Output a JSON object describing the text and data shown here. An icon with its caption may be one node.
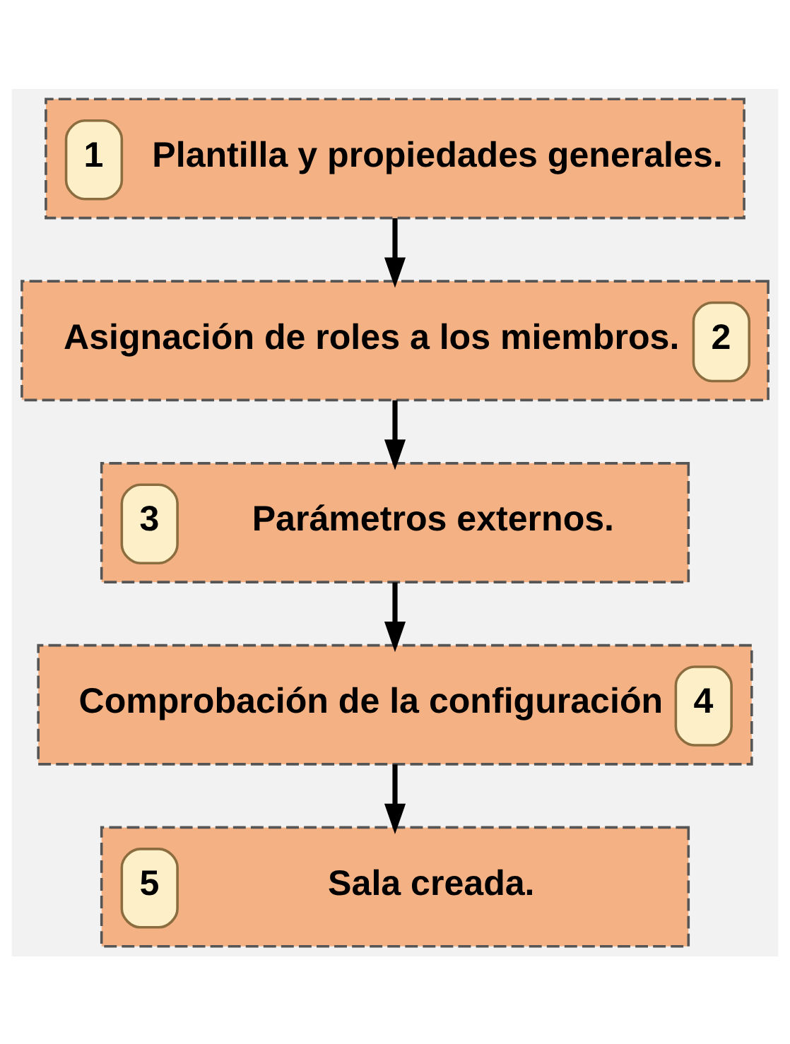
{
  "diagram": {
    "nodes": [
      {
        "text": [
          "1",
          "Plantilla y propiedades generales."
        ]
      },
      {
        "text": [
          "Asignación de roles a los miembros.",
          "2"
        ]
      },
      {
        "text": [
          "3",
          "Parámetros externos."
        ]
      },
      {
        "text": [
          "Comprobación de la configuración",
          "4"
        ]
      },
      {
        "text": [
          "5",
          "Sala creada."
        ]
      }
    ],
    "edges": [
      {
        "from": 0,
        "to": 1,
        "arrow": "to"
      },
      {
        "from": 1,
        "to": 2,
        "arrow": "to"
      },
      {
        "from": 2,
        "to": 3,
        "arrow": "to"
      },
      {
        "from": 3,
        "to": 4,
        "arrow": "to"
      }
    ]
  }
}
